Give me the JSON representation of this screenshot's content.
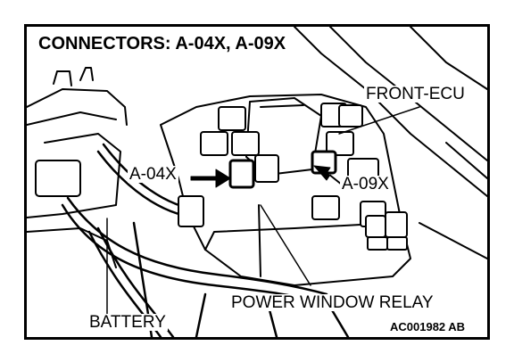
{
  "title": "CONNECTORS: A-04X, A-09X",
  "labels": {
    "front_ecu": "FRONT-ECU",
    "a04x": "A-04X",
    "a09x": "A-09X",
    "power_window_relay": "POWER WINDOW RELAY",
    "battery": "BATTERY"
  },
  "figure_code": "AC001982 AB",
  "colors": {
    "ink": "#000000",
    "paper": "#ffffff"
  }
}
